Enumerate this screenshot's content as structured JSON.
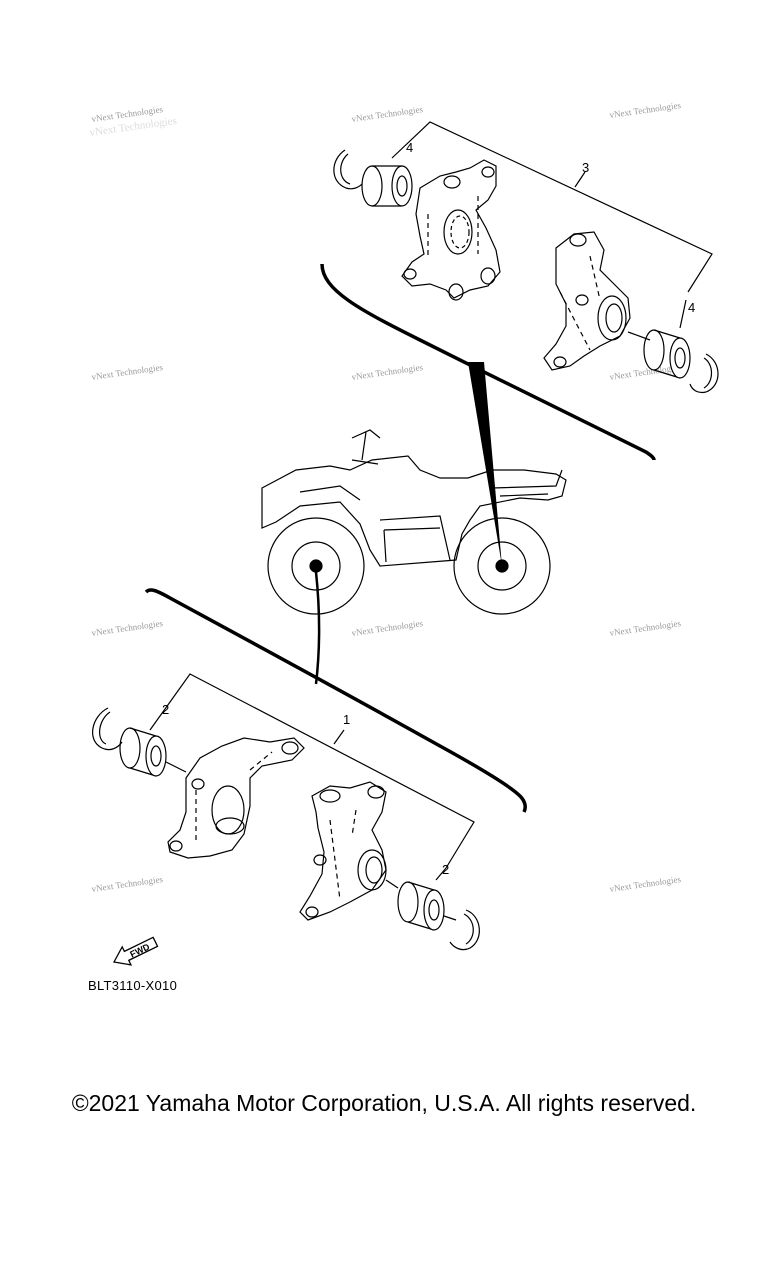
{
  "callouts": [
    "1",
    "2",
    "2",
    "3",
    "4",
    "4"
  ],
  "watermark": "vNext Technologies",
  "fwd_label": "FWD",
  "diagram_code": "BLT3110-X010",
  "copyright": "©2021 Yamaha Motor Corporation, U.S.A. All rights reserved."
}
